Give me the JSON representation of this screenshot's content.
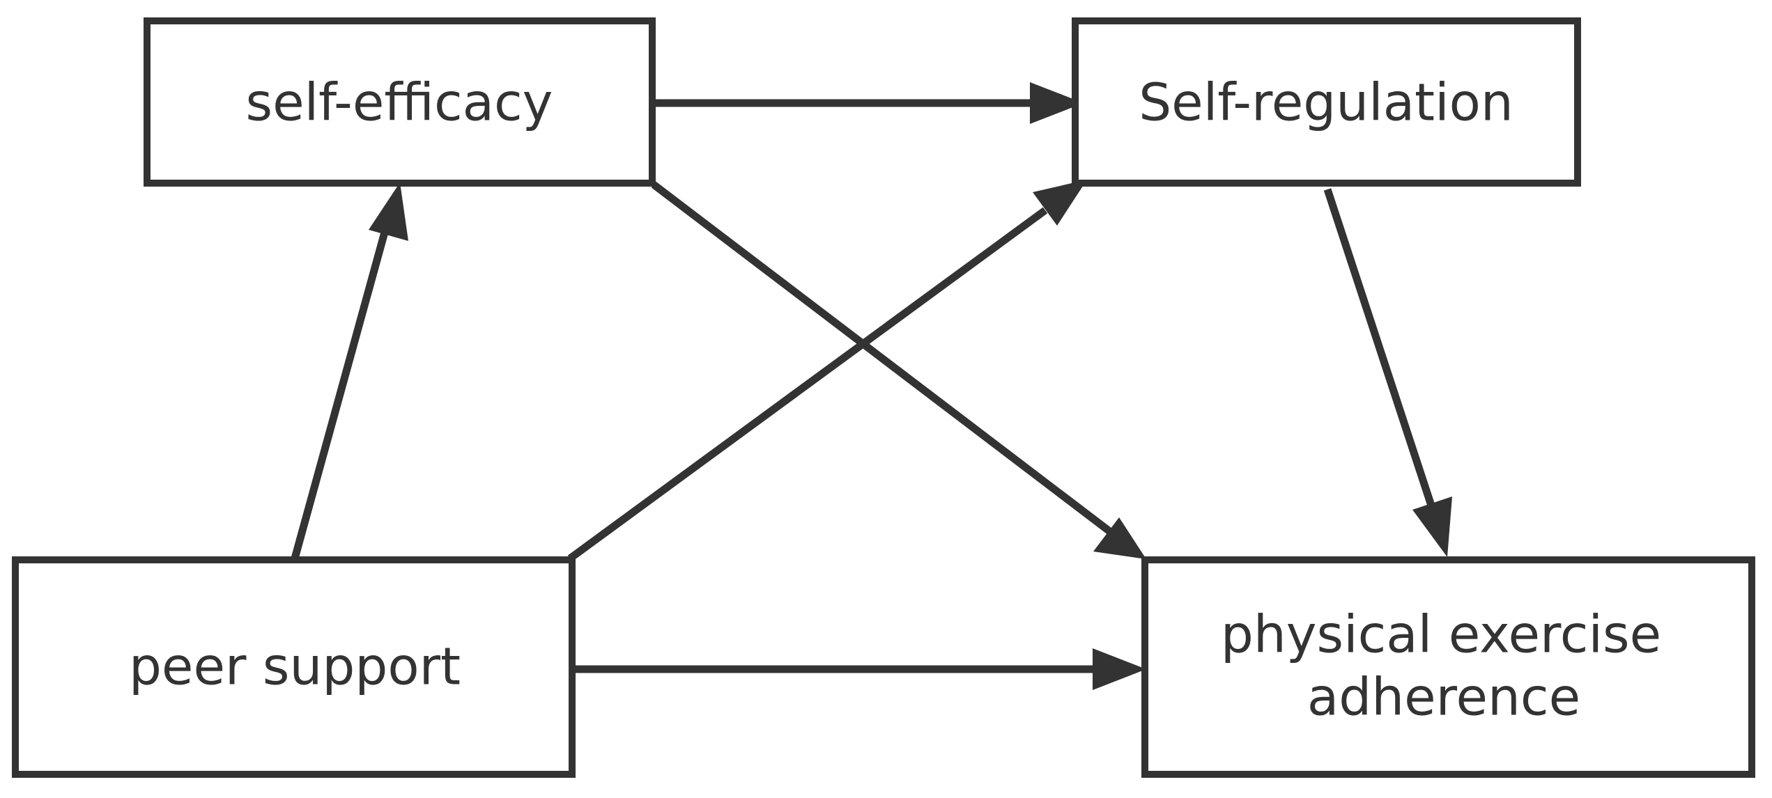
{
  "diagram": {
    "type": "path-model",
    "colors": {
      "stroke": "#333333",
      "text": "#333333",
      "background": "#ffffff"
    },
    "nodes": {
      "self_efficacy": {
        "label": "self-efficacy"
      },
      "self_regulation": {
        "label": "Self-regulation"
      },
      "peer_support": {
        "label": "peer support"
      },
      "adherence": {
        "label_line1": "physical exercise",
        "label_line2": "adherence"
      }
    },
    "edges": [
      {
        "from": "self-efficacy",
        "to": "Self-regulation"
      },
      {
        "from": "self-efficacy",
        "to": "physical exercise adherence"
      },
      {
        "from": "peer support",
        "to": "self-efficacy"
      },
      {
        "from": "peer support",
        "to": "Self-regulation"
      },
      {
        "from": "peer support",
        "to": "physical exercise adherence"
      },
      {
        "from": "Self-regulation",
        "to": "physical exercise adherence"
      }
    ]
  }
}
